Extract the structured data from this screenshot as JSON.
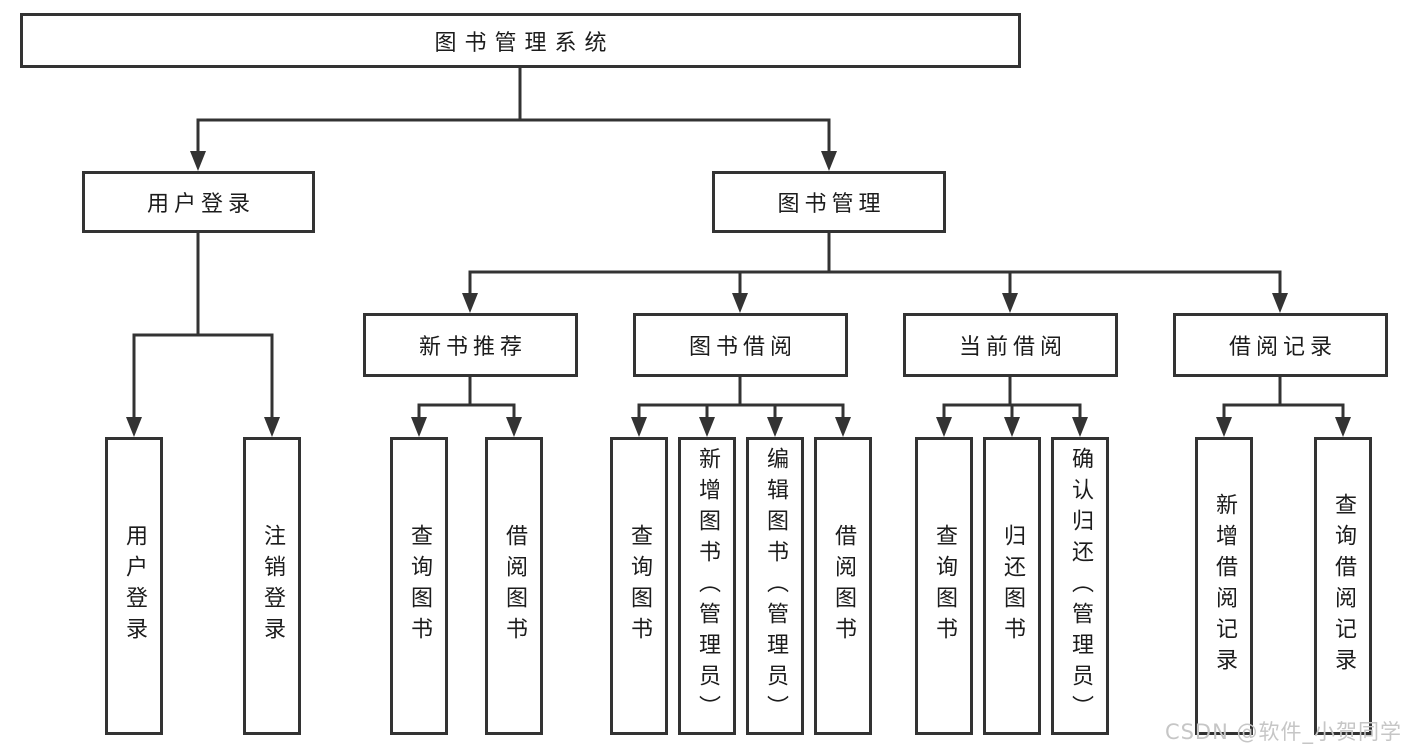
{
  "diagram_title": "图书管理系统",
  "tree": {
    "root": {
      "label": "图书管理系统",
      "children": [
        {
          "label": "用户登录",
          "children": [
            {
              "label": "用户登录"
            },
            {
              "label": "注销登录"
            }
          ]
        },
        {
          "label": "图书管理",
          "children": [
            {
              "label": "新书推荐",
              "children": [
                {
                  "label": "查询图书"
                },
                {
                  "label": "借阅图书"
                }
              ]
            },
            {
              "label": "图书借阅",
              "children": [
                {
                  "label": "查询图书"
                },
                {
                  "label": "新增图书（管理员）"
                },
                {
                  "label": "编辑图书（管理员）"
                },
                {
                  "label": "借阅图书"
                }
              ]
            },
            {
              "label": "当前借阅",
              "children": [
                {
                  "label": "查询图书"
                },
                {
                  "label": "归还图书"
                },
                {
                  "label": "确认归还（管理员）"
                }
              ]
            },
            {
              "label": "借阅记录",
              "children": [
                {
                  "label": "新增借阅记录"
                },
                {
                  "label": "查询借阅记录"
                }
              ]
            }
          ]
        }
      ]
    }
  },
  "watermark": {
    "text": "CSDN @软件_小贺同学"
  },
  "colors": {
    "line": "#333333",
    "box_border": "#333333",
    "text": "#1c1c1c",
    "background": "#ffffff",
    "watermark": "#c6c6c6"
  }
}
